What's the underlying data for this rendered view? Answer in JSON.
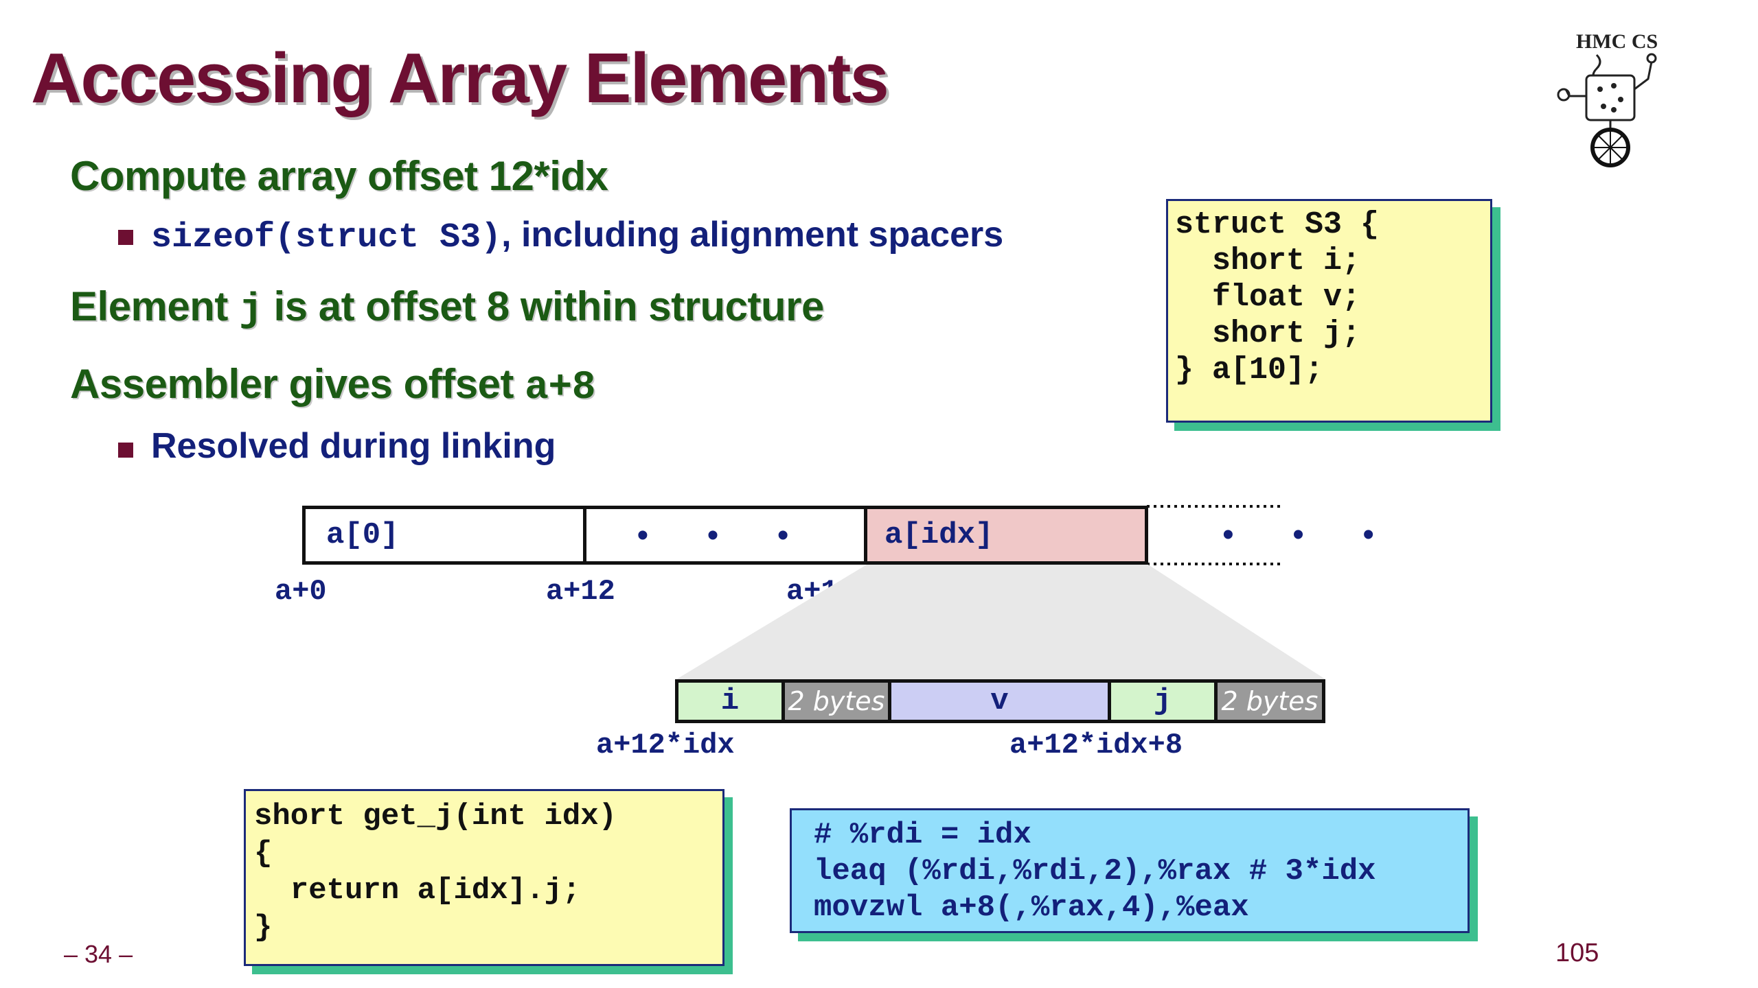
{
  "title": "Accessing Array Elements",
  "headings": {
    "h1": "Compute array offset 12*idx",
    "h1_sub_code": "sizeof(struct S3)",
    "h1_sub_text": ", including alignment spacers",
    "h2_pre": "Element ",
    "h2_code": "j",
    "h2_post": " is at offset 8 within structure",
    "h3_pre": "Assembler gives offset ",
    "h3_code": "a+8",
    "h3_sub": "Resolved during linking"
  },
  "struct_code": "struct S3 {\n  short i;\n  float v;\n  short j;\n} a[10];",
  "array": {
    "cell0": "a[0]",
    "cell_dots": "• • •",
    "cell_idx": "a[idx]",
    "tail_dots": "• • •",
    "addr0": "a+0",
    "addr1": "a+12",
    "addr2": "a+12*idx"
  },
  "struct_layout": {
    "i": "i",
    "pad1": "2 bytes",
    "v": "v",
    "j": "j",
    "pad2": "2 bytes",
    "addr_start": "a+12*idx",
    "addr_j": "a+12*idx+8"
  },
  "c_code": "short get_j(int idx)\n{\n  return a[idx].j;\n}",
  "asm_code": "# %rdi = idx\nleaq (%rdi,%rdi,2),%rax # 3*idx\nmovzwl a+8(,%rax,4),%eax",
  "logo_text": "HMC CS",
  "page_left": "– 34 –",
  "page_right": "105",
  "colors": {
    "title": "#6d0f32",
    "heading": "#1b5a14",
    "bullet": "#13207a",
    "highlight_cell": "#f0c8c8",
    "field_i_j": "#d4f4cc",
    "field_v": "#cccef4",
    "padding": "#9a9a9a",
    "yellow_box": "#fdfbb3",
    "blue_box": "#93dffc",
    "box_shadow": "#3dbf8f"
  }
}
